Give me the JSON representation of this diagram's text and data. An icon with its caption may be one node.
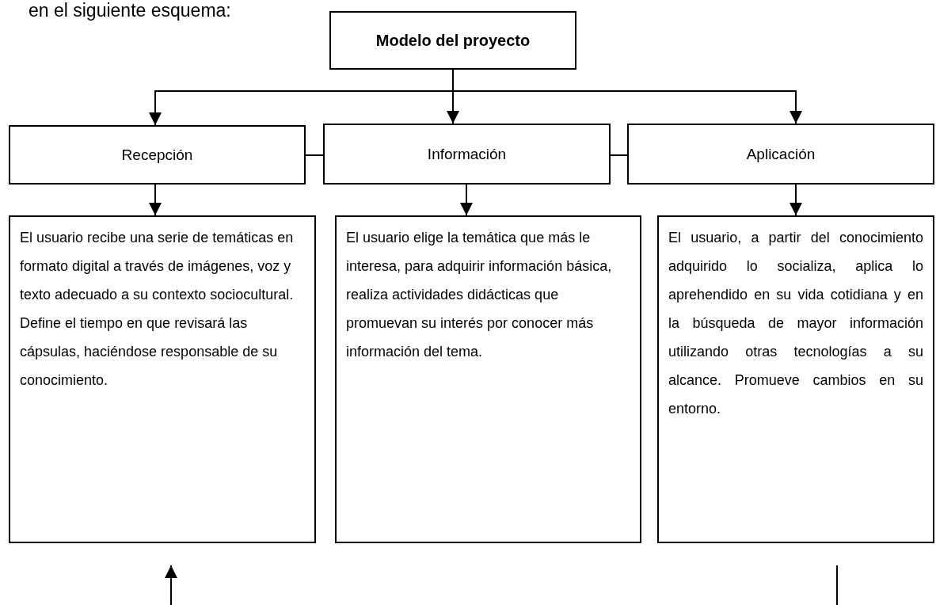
{
  "diagram": {
    "nodes": [
      {
        "text": [
          "Modelo del proyecto"
        ]
      },
      {
        "text": [
          "Recepción"
        ]
      },
      {
        "text": [
          "Información"
        ]
      },
      {
        "text": [
          "Aplicación"
        ]
      },
      {
        "text": [
          "El usuario recibe una serie de temáticas en formato digital a través de imágenes, voz y texto adecuado a su contexto sociocultural. Define el tiempo en que revisará las cápsulas, haciéndose responsable de su conocimiento."
        ]
      },
      {
        "text": [
          "El usuario elige la temática que más le interesa, para adquirir información básica, realiza actividades didácticas que promuevan su interés por conocer más información del tema."
        ]
      },
      {
        "text": [
          "El usuario, a partir del conocimiento adquirido lo socializa, aplica lo aprehendido en su vida cotidiana y en la búsqueda de mayor información utilizando otras tecnologías a su alcance. Promueve cambios en su entorno."
        ]
      }
    ],
    "edges": [
      {
        "from": 0,
        "to": 1,
        "arrow": "to"
      },
      {
        "from": 0,
        "to": 2,
        "arrow": "to"
      },
      {
        "from": 0,
        "to": 3,
        "arrow": "to"
      },
      {
        "from": 1,
        "to": 2,
        "arrow": "none"
      },
      {
        "from": 2,
        "to": 3,
        "arrow": "none"
      },
      {
        "from": 1,
        "to": 4,
        "arrow": "to"
      },
      {
        "from": 2,
        "to": 5,
        "arrow": "to"
      },
      {
        "from": 3,
        "to": 6,
        "arrow": "to"
      },
      {
        "from": null,
        "to": 4,
        "arrow": "to"
      }
    ],
    "labels": [
      "en el siguiente esquema:"
    ]
  }
}
